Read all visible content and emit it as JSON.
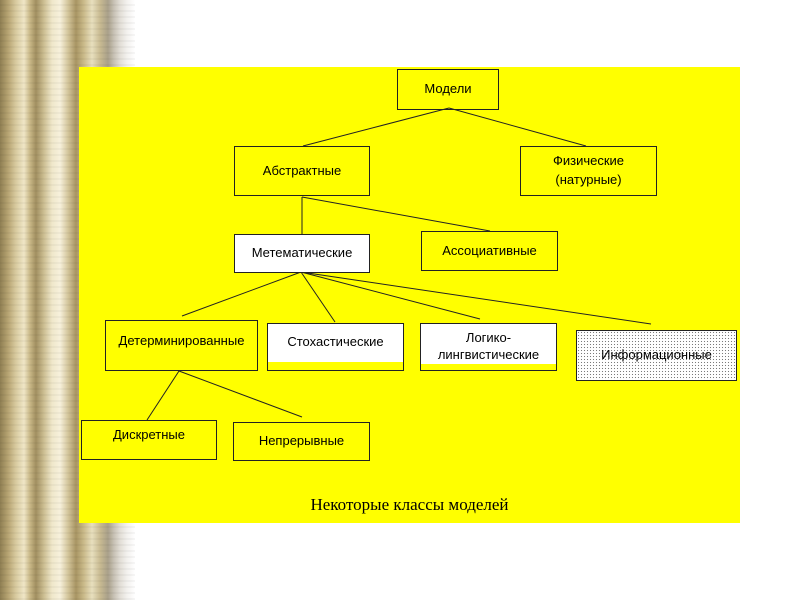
{
  "nodes": {
    "models": "Модели",
    "abstract": "Абстрактные",
    "physical_line1": "Физические",
    "physical_line2": "(натурные)",
    "mathematical": "Метематические",
    "associative": "Ассоциативные",
    "deterministic": "Детерминированные",
    "stochastic": "Стохастические",
    "logical_line1": "Логико-",
    "logical_line2": "лингвистические",
    "informational": "Информационные",
    "discrete": "Дискретные",
    "continuous": "Непрерывные"
  },
  "caption": "Некоторые классы моделей",
  "colors": {
    "background": "#ffff00",
    "node_border": "#222222",
    "connector": "#222222"
  }
}
